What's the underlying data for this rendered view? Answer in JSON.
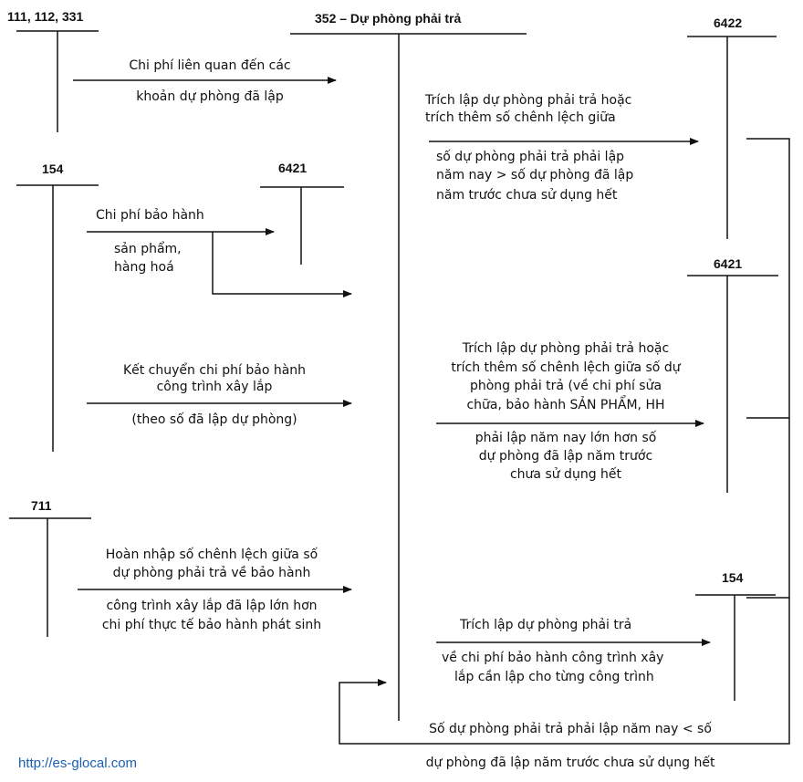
{
  "accounts": {
    "a111": "111, 112, 331",
    "a352": "352 – Dự phòng phải trả",
    "a6422": "6422",
    "a154_left": "154",
    "a6421_left": "6421",
    "a6421_right": "6421",
    "a711": "711",
    "a154_right": "154"
  },
  "labels": {
    "l1a": "Chi phí liên quan đến các",
    "l1b": "khoản dự phòng đã lập",
    "l2a": "Chi phí bảo hành",
    "l2b": "sản phẩm,",
    "l2c": "hàng hoá",
    "l3a": "Kết chuyển chi phí bảo hành",
    "l3b": "công trình xây lắp",
    "l3c": "(theo số đã lập dự phòng)",
    "l4a": "Hoàn nhập số chênh lệch giữa số",
    "l4b": "dự phòng phải trả về bảo hành",
    "l4c": "công trình xây lắp đã lập lớn hơn",
    "l4d": "chi phí thực tế bảo hành phát sinh",
    "r1a": "Trích lập dự phòng phải trả hoặc",
    "r1b": "trích thêm số chênh lệch giữa",
    "r1c": "số dự phòng phải trả phải lập",
    "r1d": "năm nay > số dự phòng đã lập",
    "r1e": "năm trước chưa sử dụng hết",
    "r2a": "Trích lập dự phòng phải trả hoặc",
    "r2b": "trích thêm số chênh lệch giữa số dự",
    "r2c": "phòng phải trả (về chi phí sửa",
    "r2d": "chữa, bảo hành  SẢN PHẨM, HH",
    "r2e": "phải lập năm nay lớn hơn số",
    "r2f": "dự phòng đã lập năm trước",
    "r2g": "chưa sử dụng hết",
    "r3a": "Trích lập dự phòng phải trả",
    "r3b": "về chi phí bảo hành công trình xây",
    "r3c": "lắp cần lập cho từng công trình",
    "b1": "Số dự phòng phải trả phải lập năm nay < số",
    "b2": "dự phòng đã lập năm trước chưa sử dụng hết"
  },
  "watermark": "http://es-glocal.com",
  "colors": {
    "line": "#111111",
    "watermark": "#1a5fb4"
  }
}
